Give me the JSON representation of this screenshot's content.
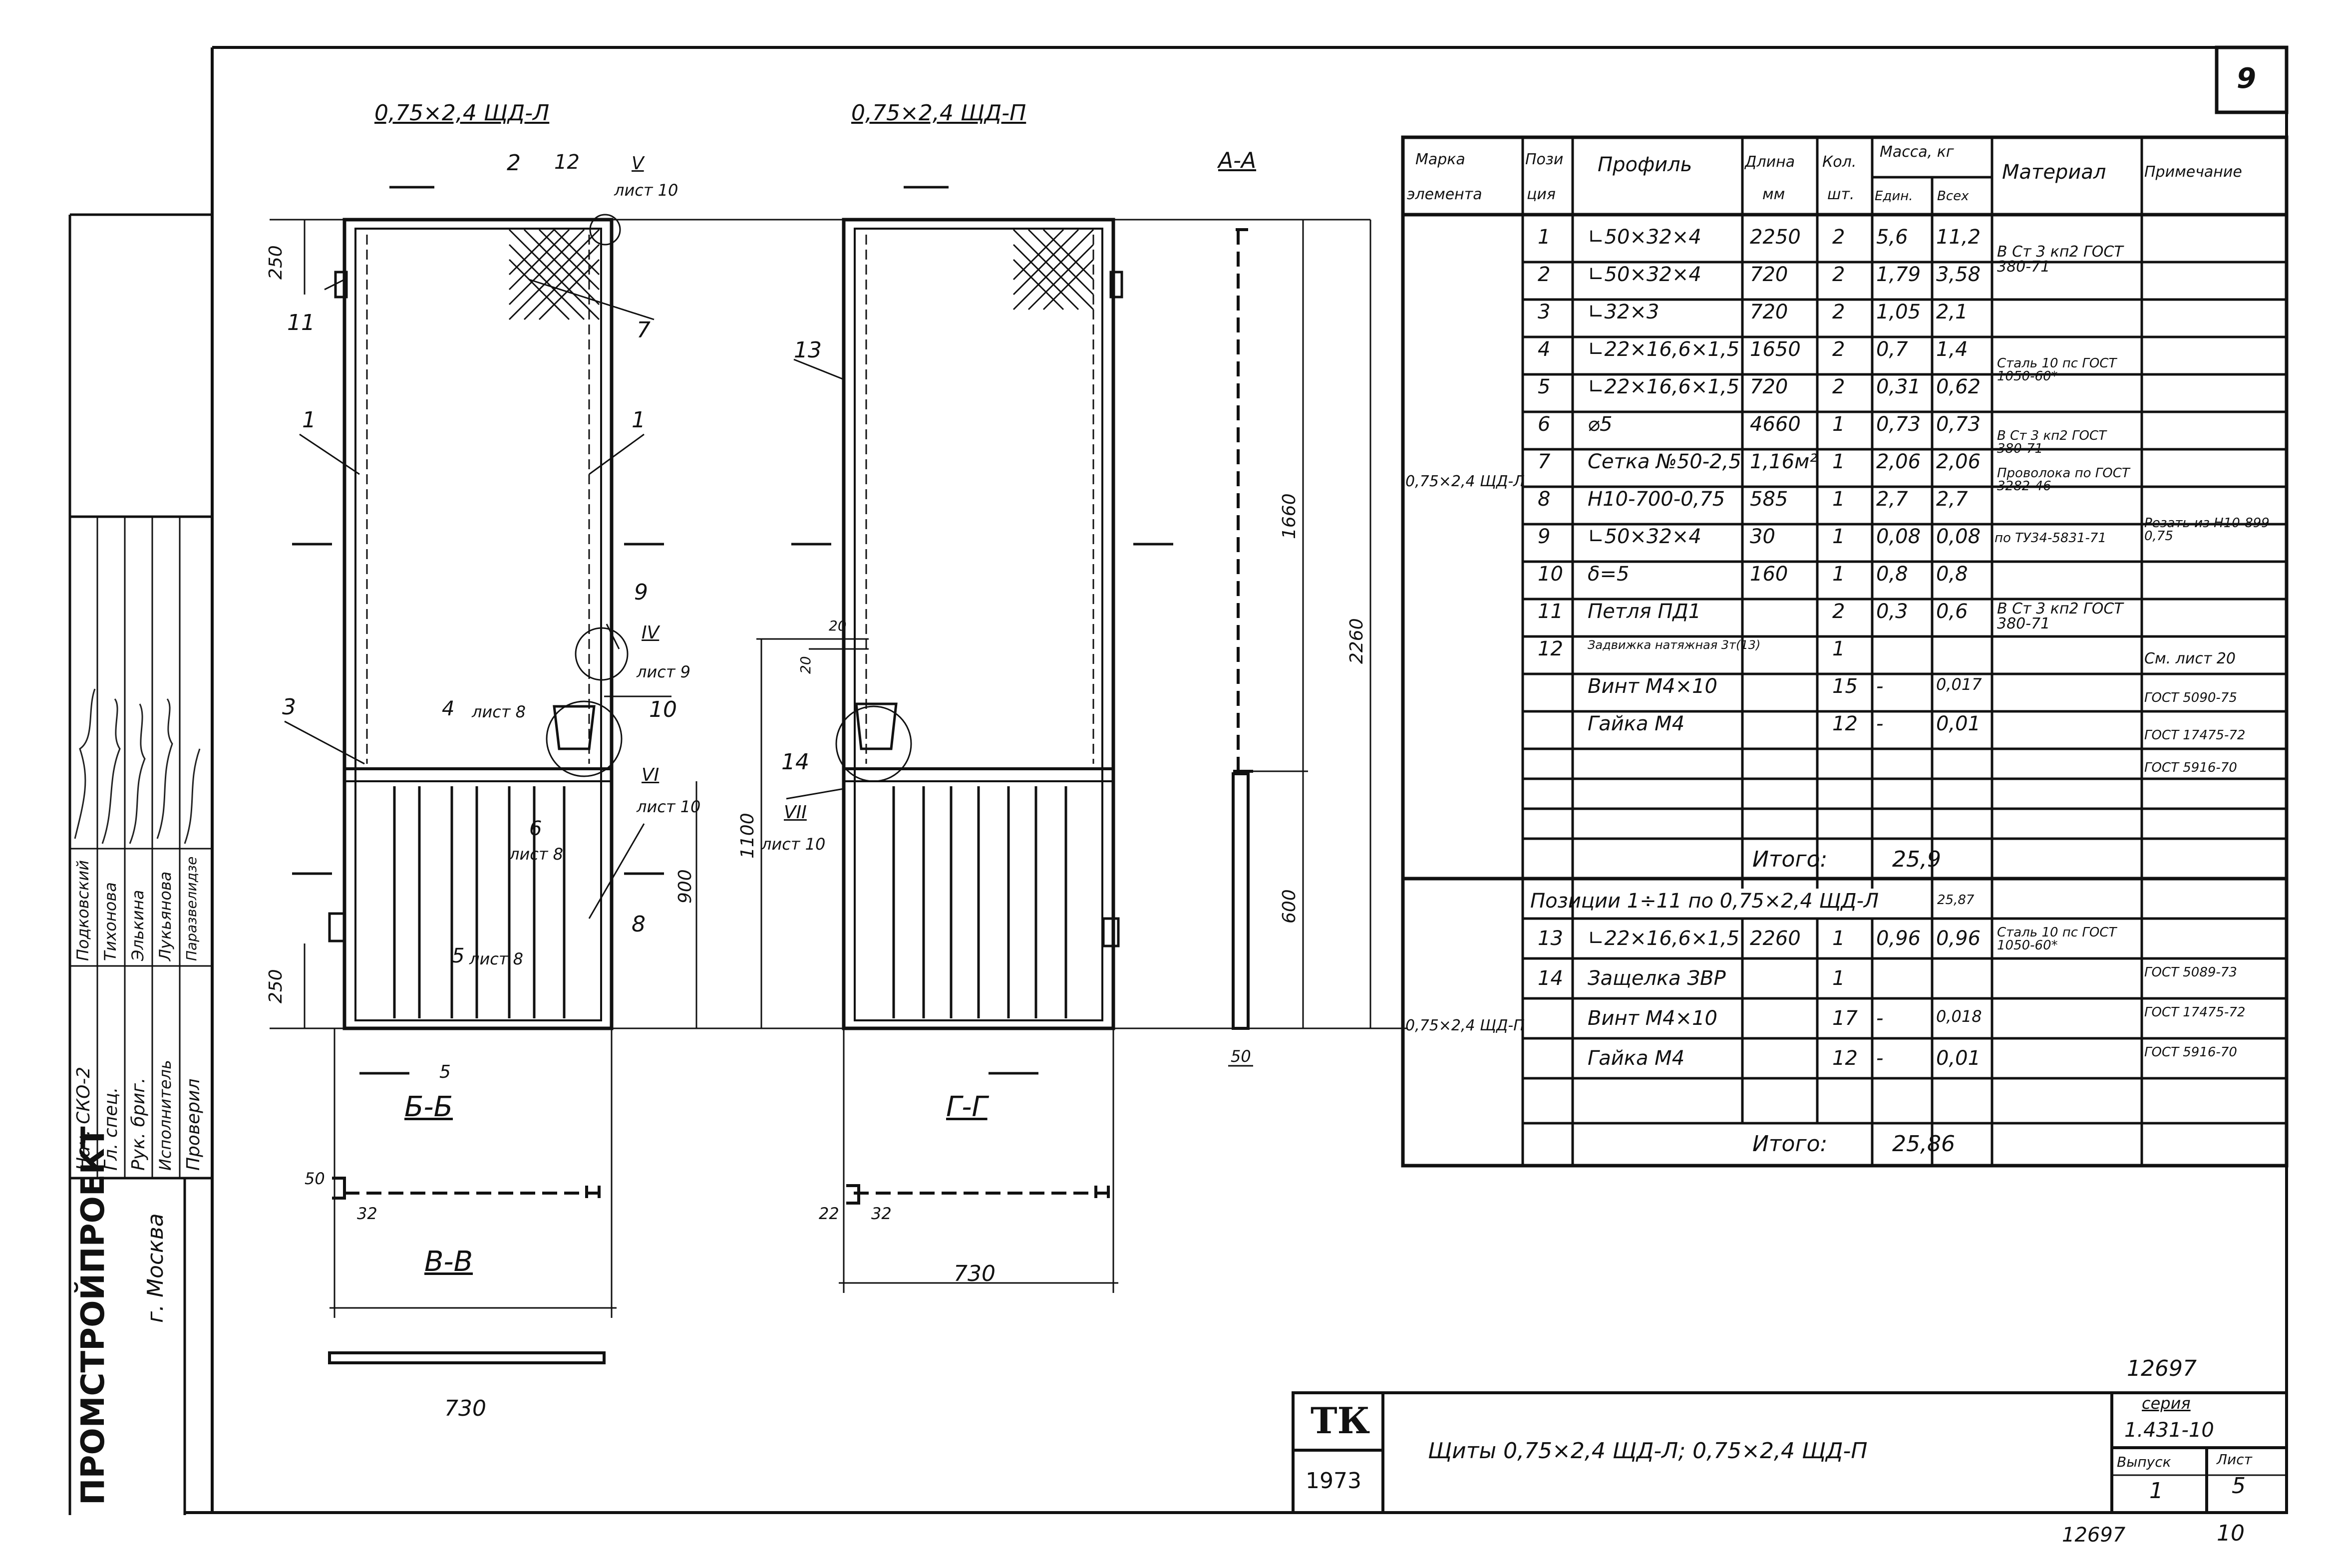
{
  "sheet_number": "9",
  "drawings": {
    "left_title": "0,75×2,4 ЩД-Л",
    "right_title": "0,75×2,4 ЩД-П",
    "section_aa": "А-А",
    "section_bb": "Б-Б",
    "section_gg": "Г-Г",
    "section_vv": "В-В",
    "dims": {
      "d250_top": "250",
      "d250_bottom": "250",
      "d900": "900",
      "d1100": "1100",
      "d1660": "1660",
      "d2260": "2260",
      "d600": "600",
      "d20a": "20",
      "d20b": "20",
      "d50": "50",
      "d5": "5",
      "d730a": "730",
      "d730b": "730",
      "d50b": "50",
      "d32a": "32",
      "d22": "22",
      "d32b": "32"
    },
    "callouts": {
      "c1a": "1",
      "c1b": "1",
      "c2": "2",
      "c3": "3",
      "c6": "6",
      "c7": "7",
      "c8": "8",
      "c9": "9",
      "c10": "10",
      "c11": "11",
      "c12": "12",
      "c13": "13",
      "c14": "14",
      "c4": "4",
      "c5": "5",
      "list8a": "лист 8",
      "list8b": "лист 8",
      "lista8c": "лист 8",
      "lista10": "лист 10",
      "V": "V",
      "IV": "IV",
      "list9": "лист 9",
      "VI": "VI",
      "VII": "VII",
      "list10b": "лист 10",
      "list10c": "лист 10"
    }
  },
  "table": {
    "headers": [
      "Марка элемента",
      "Позиция",
      "Профиль",
      "Длина мм",
      "Кол. шт.",
      "Масса, кг",
      "Материал",
      "Примечание"
    ],
    "mass_sub": [
      "Един.",
      "Всех"
    ],
    "group1_mark": "0,75×2,4 ЩД-Л",
    "rows1": [
      {
        "pos": "1",
        "profile": "∟50×32×4",
        "len": "2250",
        "qty": "2",
        "unit": "5,6",
        "total": "11,2"
      },
      {
        "pos": "2",
        "profile": "∟50×32×4",
        "len": "720",
        "qty": "2",
        "unit": "1,79",
        "total": "3,58"
      },
      {
        "pos": "3",
        "profile": "∟32×3",
        "len": "720",
        "qty": "2",
        "unit": "1,05",
        "total": "2,1"
      },
      {
        "pos": "4",
        "profile": "∟22×16,6×1,5",
        "len": "1650",
        "qty": "2",
        "unit": "0,7",
        "total": "1,4"
      },
      {
        "pos": "5",
        "profile": "∟22×16,6×1,5",
        "len": "720",
        "qty": "2",
        "unit": "0,31",
        "total": "0,62"
      },
      {
        "pos": "6",
        "profile": "⌀5",
        "len": "4660",
        "qty": "1",
        "unit": "0,73",
        "total": "0,73"
      },
      {
        "pos": "7",
        "profile": "Сетка №50-2,5",
        "len": "1,16м²",
        "qty": "1",
        "unit": "2,06",
        "total": "2,06"
      },
      {
        "pos": "8",
        "profile": "Н10-700-0,75",
        "len": "585",
        "qty": "1",
        "unit": "2,7",
        "total": "2,7"
      },
      {
        "pos": "9",
        "profile": "∟50×32×4",
        "len": "30",
        "qty": "1",
        "unit": "0,08",
        "total": "0,08"
      },
      {
        "pos": "10",
        "profile": "δ=5",
        "len": "160",
        "qty": "1",
        "unit": "0,8",
        "total": "0,8"
      },
      {
        "pos": "11",
        "profile": "Петля ПД1",
        "len": "",
        "qty": "2",
        "unit": "0,3",
        "total": "0,6"
      },
      {
        "pos": "12",
        "profile": "Задвижка натяжная 3т(13)",
        "len": "",
        "qty": "1",
        "unit": "",
        "total": ""
      },
      {
        "pos": "",
        "profile": "Винт М4×10",
        "len": "",
        "qty": "15",
        "unit": "-",
        "total": "0,017"
      },
      {
        "pos": "",
        "profile": "Гайка М4",
        "len": "",
        "qty": "12",
        "unit": "-",
        "total": "0,01"
      }
    ],
    "materials1": [
      {
        "text": "В Ст 3 кп2 ГОСТ 380-71"
      },
      {
        "text": "Сталь 10 пс ГОСТ 1050-60*"
      },
      {
        "text": "В Ст 3 кп2 ГОСТ 380-71"
      },
      {
        "text": "Проволока по ГОСТ 3282-46"
      },
      {
        "text": "по ТУ34-5831-71"
      },
      {
        "text": "В Ст 3 кп2 ГОСТ 380-71"
      }
    ],
    "notes1": [
      {
        "row": "8",
        "text": "Резать из Н10-899-0,75"
      },
      {
        "row": "11",
        "text": "См. лист 20"
      },
      {
        "row": "12",
        "text": "ГОСТ 5090-75"
      },
      {
        "row": "13",
        "text": "ГОСТ 17475-72"
      },
      {
        "row": "14",
        "text": "ГОСТ 5916-70"
      }
    ],
    "total1_label": "Итого:",
    "total1_value": "25,9",
    "group2_header": "Позиции 1÷11 по 0,75×2,4 ЩД-Л",
    "group2_header_value": "25,87",
    "group2_mark": "0,75×2,4 ЩД-П",
    "rows2": [
      {
        "pos": "13",
        "profile": "∟22×16,6×1,5",
        "len": "2260",
        "qty": "1",
        "unit": "0,96",
        "total": "0,96",
        "material": "Сталь 10 пс ГОСТ 1050-60*",
        "note": ""
      },
      {
        "pos": "14",
        "profile": "Защелка ЗВР",
        "len": "",
        "qty": "1",
        "unit": "",
        "total": "",
        "material": "",
        "note": "ГОСТ 5089-73"
      },
      {
        "pos": "",
        "profile": "Винт М4×10",
        "len": "",
        "qty": "17",
        "unit": "-",
        "total": "0,018",
        "material": "",
        "note": "ГОСТ 17475-72"
      },
      {
        "pos": "",
        "profile": "Гайка М4",
        "len": "",
        "qty": "12",
        "unit": "-",
        "total": "0,01",
        "material": "",
        "note": "ГОСТ 5916-70"
      }
    ],
    "total2_label": "Итого:",
    "total2_value": "25,86"
  },
  "stamp": {
    "org": "ПРОМСТРОЙПРОЕКТ",
    "city": "г. Москва",
    "roles": [
      "Нач. СКО-2",
      "Гл. спец.",
      "Рук. бриг.",
      "Исполнитель",
      "Проверил"
    ],
    "names": [
      "Подковский",
      "Тихонова",
      "Элькина",
      "Лукьянова",
      "Паразвелидзе"
    ],
    "logo": "ТК",
    "year": "1973",
    "title": "Щиты 0,75×2,4 ЩД-Л; 0,75×2,4 ЩД-П",
    "number_top": "12697",
    "series_label": "серия",
    "series": "1.431-10",
    "issue_label": "Выпуск",
    "issue": "1",
    "sheet_label": "Лист",
    "sheet": "5",
    "bottom_number": "12697",
    "bottom_page": "10"
  }
}
